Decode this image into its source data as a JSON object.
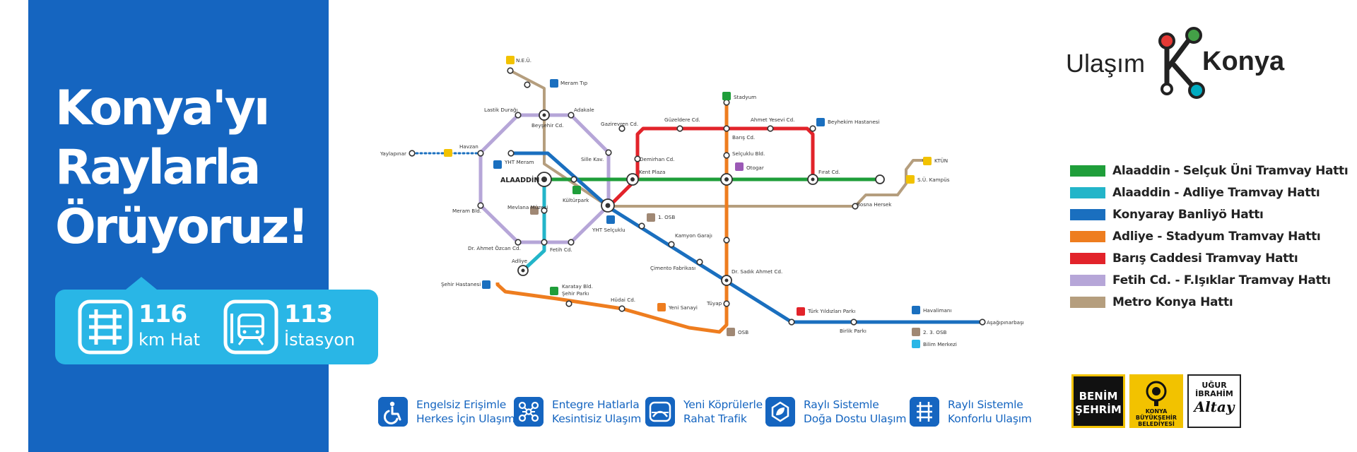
{
  "headline": [
    "Konya'yı",
    "Raylarla",
    "Örüyoruz!"
  ],
  "stats": [
    {
      "number": "116",
      "unit": "km Hat",
      "icon": "rail-track-icon"
    },
    {
      "number": "113",
      "unit": "İstasyon",
      "icon": "train-station-icon"
    }
  ],
  "brand": {
    "part1": "Ulaşım",
    "part2": "Konya",
    "dot_colors": [
      "#e53935",
      "#43a047",
      "#00acc1"
    ]
  },
  "legend": [
    {
      "label": "Alaaddin - Selçuk Üni Tramvay Hattı",
      "color": "#1f9e3a"
    },
    {
      "label": "Alaaddin - Adliye Tramvay Hattı",
      "color": "#23b5c9"
    },
    {
      "label": "Konyaray Banliyö Hattı",
      "color": "#1a6fbf"
    },
    {
      "label": "Adliye - Stadyum Tramvay Hattı",
      "color": "#ee7d1f"
    },
    {
      "label": "Barış Caddesi Tramvay Hattı",
      "color": "#e2232a"
    },
    {
      "label": "Fetih Cd. - F.Işıklar Tramvay Hattı",
      "color": "#b6a6d8"
    },
    {
      "label": "Metro Konya Hattı",
      "color": "#b59e7e"
    }
  ],
  "features": [
    {
      "line1": "Engelsiz Erişimle",
      "line2": "Herkes İçin Ulaşım",
      "icon": "accessibility-icon"
    },
    {
      "line1": "Entegre Hatlarla",
      "line2": "Kesintisiz Ulaşım",
      "icon": "network-icon"
    },
    {
      "line1": "Yeni Köprülerle",
      "line2": "Rahat Trafik",
      "icon": "bridge-icon"
    },
    {
      "line1": "Raylı Sistemle",
      "line2": "Doğa Dostu Ulaşım",
      "icon": "eco-leaf-icon"
    },
    {
      "line1": "Raylı Sistemle",
      "line2": "Konforlu Ulaşım",
      "icon": "rail-comfort-icon"
    }
  ],
  "sponsors": {
    "benim_line1": "BENİM",
    "benim_line2": "ŞEHRİM",
    "kb_line1": "KONYA",
    "kb_line2": "BÜYÜKŞEHİR",
    "kb_line3": "BELEDİYESİ",
    "mayor_first": "UĞUR İBRAHİM",
    "mayor_last": "Altay"
  },
  "stations": {
    "neu": "N.E.Ü.",
    "meram_tip": "Meram Tıp",
    "lastik": "Lastik Durağı",
    "adakale": "Adakale",
    "beysehir": "Beyşehir Cd.",
    "gazirevren": "Gazirevren Cd.",
    "guzeldere": "Güzeldere Cd.",
    "stadyum": "Stadyum",
    "ahmet_yesevi": "Ahmet Yesevi Cd.",
    "beyhekim": "Beyhekim Hastanesi",
    "havzan": "Havzan",
    "yaylapinar": "Yaylapınar",
    "yht_meram": "YHT Meram",
    "sille": "Sille Kav.",
    "demirhan": "Demirhan Cd.",
    "baris": "Barış Cd.",
    "selcuklu_bld": "Selçuklu Bld.",
    "otogar": "Otogar",
    "ktun": "KTÜN",
    "alaaddin": "ALAADDİN",
    "kent_plaza": "Kent Plaza",
    "firat": "Fırat Cd.",
    "su_kampus": "S.Ü. Kampüs",
    "kulturpark": "Kültürpark",
    "bosna": "Bosna Hersek",
    "meram_bld": "Meram Bld.",
    "mevlana": "Mevlana Müzesi",
    "yht_selcuklu": "YHT Selçuklu",
    "osb1": "1. OSB",
    "kamyon": "Kamyon Garajı",
    "ahmet_ozcan": "Dr. Ahmet Özcan Cd.",
    "fetih": "Fetih Cd.",
    "adliye": "Adliye",
    "cimento": "Çimento Fabrikası",
    "sadik_ahmet": "Dr. Sadık Ahmet Cd.",
    "sehir_hastanesi": "Şehir Hastanesi",
    "karatay": "Karatay Bld.",
    "sehir_parki": "Şehir Parkı",
    "hudai": "Hüdai Cd.",
    "yeni_sanayi": "Yeni Sanayi",
    "tuyap": "Tüyap",
    "osb": "OSB",
    "turk_yildizlari": "Türk Yıldızları Parkı",
    "havalimani": "Havalimanı",
    "birlik": "Birlik Parkı",
    "osb23": "2. 3. OSB",
    "asagipinarbasi": "Aşağıpınarbaşı",
    "bilim": "Bilim Merkezi"
  }
}
